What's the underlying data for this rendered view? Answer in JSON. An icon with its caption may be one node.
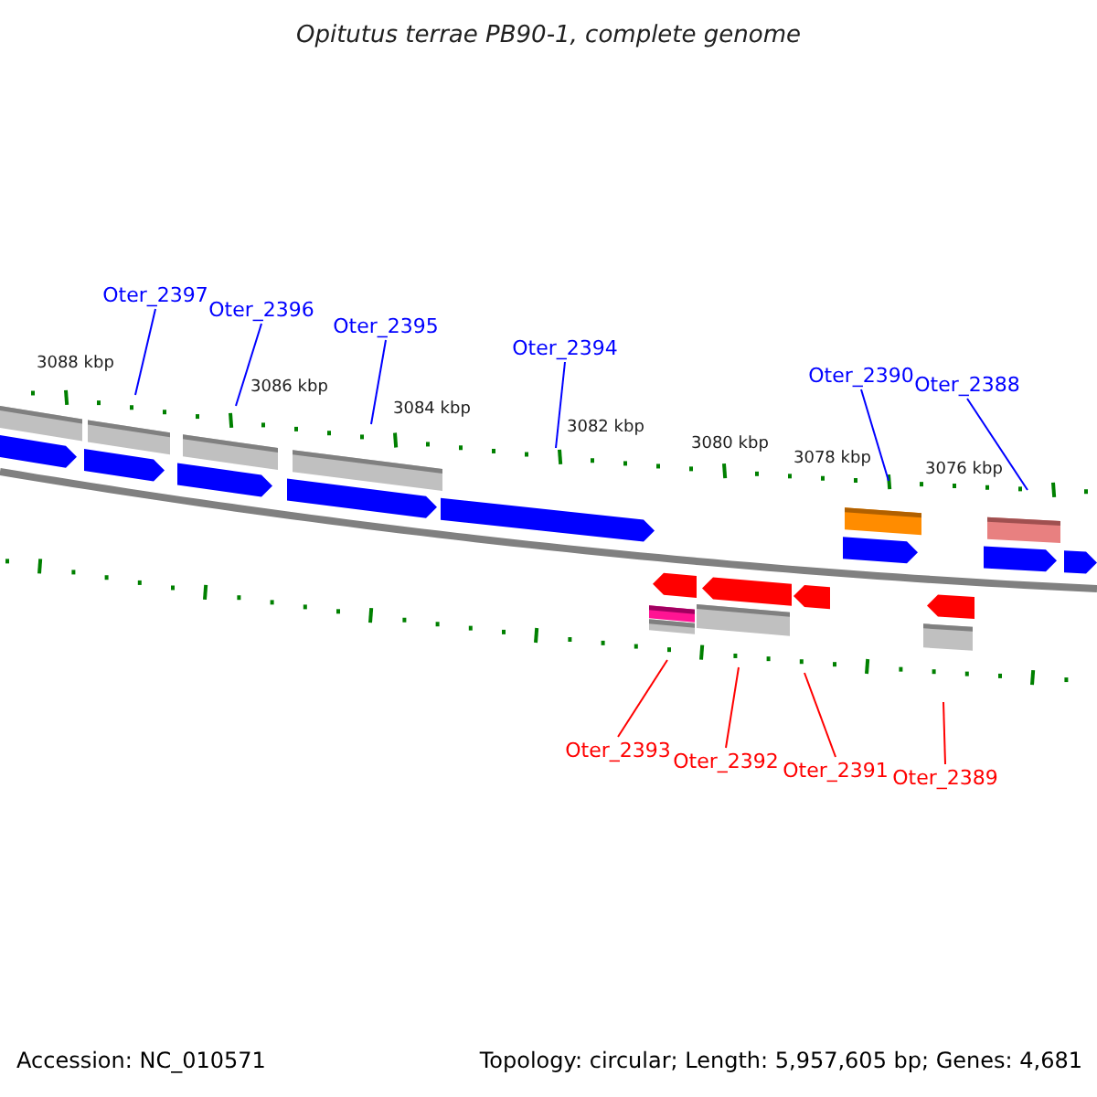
{
  "diagram": {
    "title": "Opitutus terrae PB90-1, complete genome",
    "nodes": [
      {
        "text": [
          "Oter_2397"
        ]
      },
      {
        "text": [
          "Oter_2396"
        ]
      },
      {
        "text": [
          "Oter_2395"
        ]
      },
      {
        "text": [
          "Oter_2394"
        ]
      },
      {
        "text": [
          "Oter_2390"
        ]
      },
      {
        "text": [
          "Oter_2388"
        ]
      },
      {
        "text": [
          "Oter_2393"
        ]
      },
      {
        "text": [
          "Oter_2392"
        ]
      },
      {
        "text": [
          "Oter_2391"
        ]
      },
      {
        "text": [
          "Oter_2389"
        ]
      }
    ],
    "edges": [
      {
        "from": 0,
        "to": null,
        "arrow": "none"
      },
      {
        "from": 1,
        "to": null,
        "arrow": "none"
      },
      {
        "from": 2,
        "to": null,
        "arrow": "none"
      },
      {
        "from": 3,
        "to": null,
        "arrow": "none"
      },
      {
        "from": 4,
        "to": null,
        "arrow": "none"
      },
      {
        "from": 5,
        "to": null,
        "arrow": "none"
      },
      {
        "from": 6,
        "to": null,
        "arrow": "none",
        "color": "#ff0000"
      },
      {
        "from": 7,
        "to": null,
        "arrow": "none",
        "color": "#ff0000"
      },
      {
        "from": 8,
        "to": null,
        "arrow": "none",
        "color": "#ff0000"
      },
      {
        "from": 9,
        "to": null,
        "arrow": "none",
        "color": "#ff0000"
      }
    ],
    "labels": [
      "3088 kbp",
      "3086 kbp",
      "3084 kbp",
      "3082 kbp",
      "3080 kbp",
      "3078 kbp",
      "3076 kbp",
      "Accession: NC_010571",
      "Topology: circular; Length: 5,957,605 bp; Genes: 4,681"
    ]
  }
}
